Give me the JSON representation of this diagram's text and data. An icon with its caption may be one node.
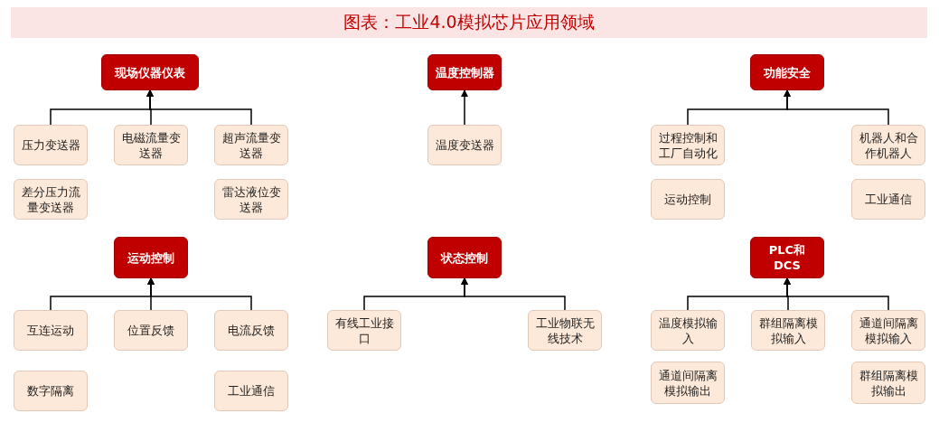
{
  "diagram": {
    "title": "图表：工业4.0模拟芯片应用领域",
    "nodes": [
      {
        "text": [
          "现场仪器仪表"
        ]
      },
      {
        "text": [
          "压力变送器"
        ]
      },
      {
        "text": [
          "电磁流量变送器"
        ]
      },
      {
        "text": [
          "超声流量变送器"
        ]
      },
      {
        "text": [
          "差分压力流量变送器"
        ]
      },
      {
        "text": [
          "雷达液位变送器"
        ]
      },
      {
        "text": [
          "温度控制器"
        ]
      },
      {
        "text": [
          "温度变送器"
        ]
      },
      {
        "text": [
          "功能安全"
        ]
      },
      {
        "text": [
          "过程控制和工厂自动化"
        ]
      },
      {
        "text": [
          "机器人和合作机器人"
        ]
      },
      {
        "text": [
          "运动控制"
        ]
      },
      {
        "text": [
          "工业通信"
        ]
      },
      {
        "text": [
          "运动控制"
        ]
      },
      {
        "text": [
          "互连运动"
        ]
      },
      {
        "text": [
          "位置反馈"
        ]
      },
      {
        "text": [
          "电流反馈"
        ]
      },
      {
        "text": [
          "数字隔离"
        ]
      },
      {
        "text": [
          "工业通信"
        ]
      },
      {
        "text": [
          "状态控制"
        ]
      },
      {
        "text": [
          "有线工业接口"
        ]
      },
      {
        "text": [
          "工业物联无线技术"
        ]
      },
      {
        "text": [
          "PLC和DCS"
        ]
      },
      {
        "text": [
          "温度模拟输入"
        ]
      },
      {
        "text": [
          "群组隔离模拟输入"
        ]
      },
      {
        "text": [
          "通道间隔离模拟输入"
        ]
      },
      {
        "text": [
          "通道间隔离模拟输出"
        ]
      },
      {
        "text": [
          "群组隔离模拟输出"
        ]
      }
    ],
    "edges": [
      {
        "from": 1,
        "to": 0,
        "arrow": "to"
      },
      {
        "from": 2,
        "to": 0,
        "arrow": "to"
      },
      {
        "from": 3,
        "to": 0,
        "arrow": "to"
      },
      {
        "from": 7,
        "to": 6,
        "arrow": "to"
      },
      {
        "from": 9,
        "to": 8,
        "arrow": "to"
      },
      {
        "from": 10,
        "to": 8,
        "arrow": "to"
      },
      {
        "from": 14,
        "to": 13,
        "arrow": "to"
      },
      {
        "from": 15,
        "to": 13,
        "arrow": "to"
      },
      {
        "from": 16,
        "to": 13,
        "arrow": "to"
      },
      {
        "from": 20,
        "to": 19,
        "arrow": "to"
      },
      {
        "from": 21,
        "to": 19,
        "arrow": "to"
      },
      {
        "from": 23,
        "to": 22,
        "arrow": "to"
      },
      {
        "from": 24,
        "to": 22,
        "arrow": "to"
      },
      {
        "from": 25,
        "to": 22,
        "arrow": "to"
      }
    ]
  }
}
